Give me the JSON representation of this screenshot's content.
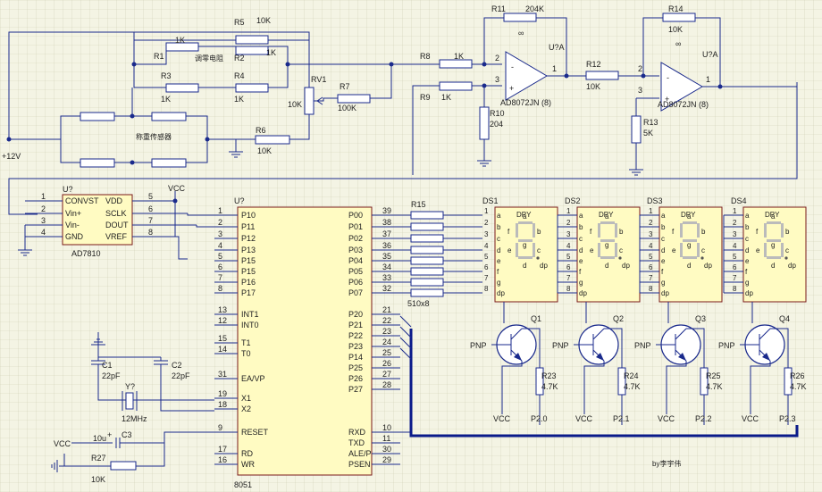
{
  "supply": {
    "vplus": "+12V",
    "vcc": "VCC"
  },
  "bridge": {
    "r1": "R1",
    "r1v": "1K",
    "r2": "R2",
    "r2v": "1K",
    "r3": "R3",
    "r3v": "1K",
    "r4": "R4",
    "r4v": "1K",
    "r5": "R5",
    "r5v": "10K",
    "r6": "R6",
    "r6v": "10K",
    "adj_label": "调零电阻",
    "sensor_label": "称重传感器",
    "rv1": "RV1",
    "rv1v": "10K",
    "r7": "R7",
    "r7v": "100K"
  },
  "amp": {
    "r8": "R8",
    "r8v": "1K",
    "r9": "R9",
    "r9v": "1K",
    "r10": "R10",
    "r10v": "204",
    "r11": "R11",
    "r11v": "204K",
    "r12": "R12",
    "r12v": "10K",
    "r13": "R13",
    "r13v": "5K",
    "r14": "R14",
    "r14v": "10K",
    "u1": "U?A",
    "u2": "U?A",
    "part1": "AD8072JN (8)",
    "part2": "AD8072JN (8)",
    "p2": "2",
    "p3": "3",
    "p1": "1",
    "pinf": "∞"
  },
  "adc": {
    "ref": "U?",
    "part": "AD7810",
    "pins_left": [
      {
        "n": "1",
        "name": "CONVST"
      },
      {
        "n": "2",
        "name": "Vin+"
      },
      {
        "n": "3",
        "name": "Vin-"
      },
      {
        "n": "4",
        "name": "GND"
      }
    ],
    "pins_right": [
      {
        "n": "5",
        "name": "VDD"
      },
      {
        "n": "6",
        "name": "SCLK"
      },
      {
        "n": "7",
        "name": "DOUT"
      },
      {
        "n": "8",
        "name": "VREF"
      }
    ]
  },
  "mcu": {
    "ref": "U?",
    "part": "8051",
    "left_pins": [
      {
        "n": "1",
        "name": "P10"
      },
      {
        "n": "2",
        "name": "P11"
      },
      {
        "n": "3",
        "name": "P12"
      },
      {
        "n": "4",
        "name": "P13"
      },
      {
        "n": "5",
        "name": "P15"
      },
      {
        "n": "6",
        "name": "P15"
      },
      {
        "n": "7",
        "name": "P16"
      },
      {
        "n": "8",
        "name": "P17"
      },
      {
        "n": "13",
        "name": "INT1"
      },
      {
        "n": "12",
        "name": "INT0"
      },
      {
        "n": "15",
        "name": "T1"
      },
      {
        "n": "14",
        "name": "T0"
      },
      {
        "n": "31",
        "name": "EA/VP"
      },
      {
        "n": "19",
        "name": "X1"
      },
      {
        "n": "18",
        "name": "X2"
      },
      {
        "n": "9",
        "name": "RESET"
      },
      {
        "n": "17",
        "name": "RD"
      },
      {
        "n": "16",
        "name": "WR"
      }
    ],
    "right_pins": [
      {
        "n": "39",
        "name": "P00"
      },
      {
        "n": "38",
        "name": "P01"
      },
      {
        "n": "37",
        "name": "P02"
      },
      {
        "n": "36",
        "name": "P03"
      },
      {
        "n": "35",
        "name": "P04"
      },
      {
        "n": "34",
        "name": "P05"
      },
      {
        "n": "33",
        "name": "P06"
      },
      {
        "n": "32",
        "name": "P07"
      },
      {
        "n": "21",
        "name": "P20"
      },
      {
        "n": "22",
        "name": "P21"
      },
      {
        "n": "23",
        "name": "P22"
      },
      {
        "n": "24",
        "name": "P23"
      },
      {
        "n": "25",
        "name": "P14"
      },
      {
        "n": "26",
        "name": "P25"
      },
      {
        "n": "27",
        "name": "P26"
      },
      {
        "n": "28",
        "name": "P27"
      },
      {
        "n": "10",
        "name": "RXD"
      },
      {
        "n": "11",
        "name": "TXD"
      },
      {
        "n": "30",
        "name": "ALE/P"
      },
      {
        "n": "29",
        "name": "PSEN"
      }
    ]
  },
  "osc": {
    "c1": "C1",
    "c1v": "22pF",
    "c2": "C2",
    "c2v": "22pF",
    "y": "Y?",
    "yv": "12MHz"
  },
  "reset": {
    "vcc": "VCC",
    "c3": "C3",
    "c3v": "10u",
    "r27": "R27",
    "r27v": "10K",
    "plus": "+"
  },
  "rpack": {
    "ref": "R15",
    "val": "510x8"
  },
  "displays": [
    {
      "ref": "DS1"
    },
    {
      "ref": "DS2"
    },
    {
      "ref": "DS3"
    },
    {
      "ref": "DS4"
    }
  ],
  "dpy": {
    "title": "DPY",
    "segs": [
      "a",
      "b",
      "c",
      "d",
      "e",
      "f",
      "g",
      "dp"
    ],
    "nums": [
      "1",
      "2",
      "3",
      "4",
      "5",
      "6",
      "7",
      "8"
    ],
    "inner_a": "a",
    "inner_b": "b",
    "inner_c": "c",
    "inner_d": "d",
    "inner_e": "e",
    "inner_f": "f",
    "inner_g": "g",
    "inner_dp": "dp"
  },
  "drivers": [
    {
      "q": "Q1",
      "r": "R23",
      "rv": "4.7K",
      "net": "P2.0"
    },
    {
      "q": "Q2",
      "r": "R24",
      "rv": "4.7K",
      "net": "P2.1"
    },
    {
      "q": "Q3",
      "r": "R25",
      "rv": "4.7K",
      "net": "P2.2"
    },
    {
      "q": "Q4",
      "r": "R26",
      "rv": "4.7K",
      "net": "P2.3"
    }
  ],
  "pnp": "PNP",
  "signature": "by李宇伟"
}
